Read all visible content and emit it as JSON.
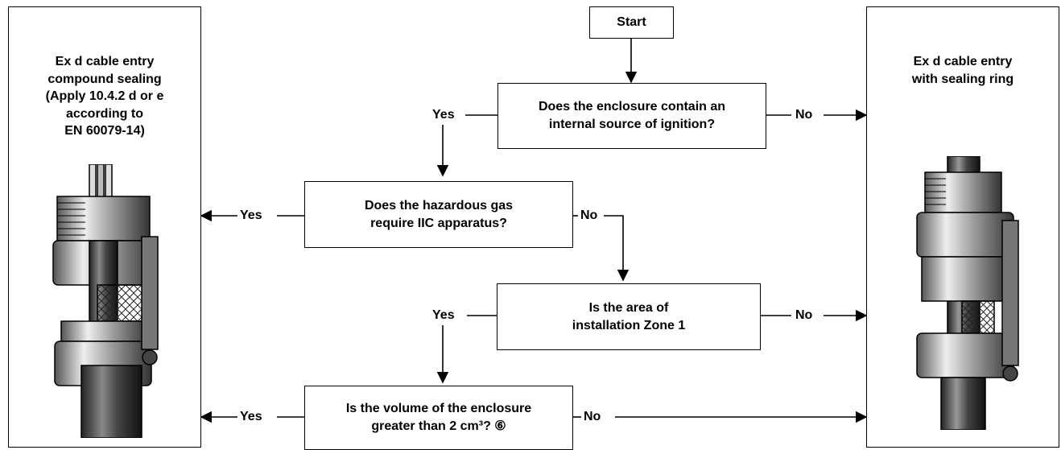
{
  "start_label": "Start",
  "decisions": {
    "ignition": "Does the enclosure contain an\ninternal source of ignition?",
    "iic": "Does the hazardous gas\nrequire IIC apparatus?",
    "zone1": "Is the area of\ninstallation Zone 1",
    "volume": "Is the volume of the enclosure\ngreater than 2 cm³? ⑥"
  },
  "left_panel": {
    "title": "Ex d cable entry\ncompound sealing\n(Apply 10.4.2 d or e\naccording to\nEN 60079-14)",
    "illustration": "compound-sealed-cable-gland"
  },
  "right_panel": {
    "title": "Ex d cable entry\nwith sealing ring",
    "illustration": "sealing-ring-cable-gland"
  },
  "edge_labels": {
    "ignition_yes": "Yes",
    "ignition_no": "No",
    "iic_yes": "Yes",
    "iic_no": "No",
    "zone1_yes": "Yes",
    "zone1_no": "No",
    "volume_yes": "Yes",
    "volume_no": "No"
  }
}
